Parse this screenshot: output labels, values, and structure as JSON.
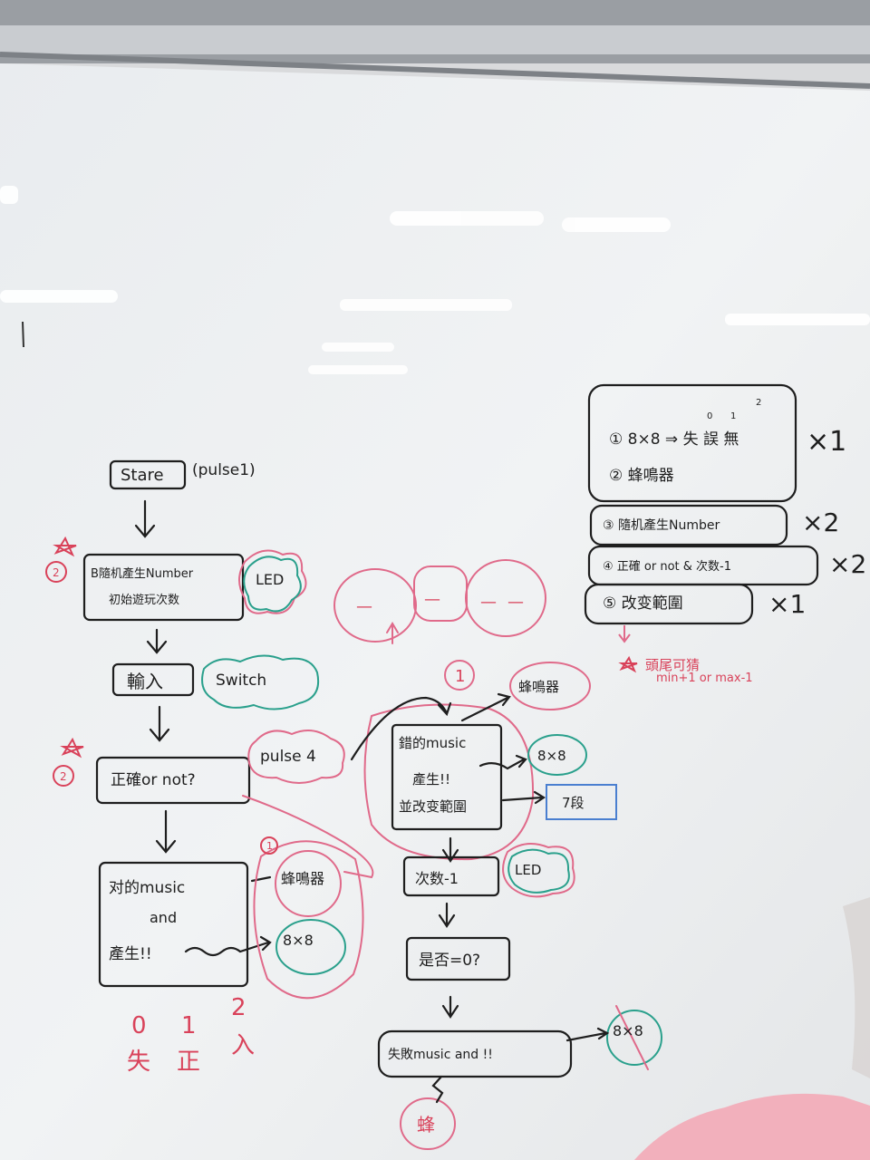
{
  "flow": {
    "start": "Stare",
    "start_note": "(pulse1)",
    "step1_line1": "B隨机產生Number",
    "step1_line2": "初始遊玩次数",
    "step1_cloud": "LED",
    "input": "輸入",
    "input_cloud": "Switch",
    "check": "正確or not?",
    "check_cloud": "pulse 4",
    "correct_line1": "对的music",
    "correct_line2": "and",
    "correct_line3": "產生!!",
    "correct_out1": "蜂鳴器",
    "correct_out2": "8×8",
    "digits": [
      "0",
      "1",
      "2"
    ],
    "digit_chars": [
      "失",
      "正",
      "入"
    ],
    "wrong_num": "1",
    "wrong_line1": "錯的music",
    "wrong_line2": "產生!!",
    "wrong_line3": "並改变範圍",
    "wrong_out1": "蜂鳴器",
    "wrong_out2": "8×8",
    "wrong_out3": "7段",
    "dec": "次数-1",
    "dec_cloud": "LED",
    "zero_check": "是否=0?",
    "fail": "失敗music and !!",
    "fail_out": "8×8",
    "fail_buzz": "蜂",
    "marker2a": "2",
    "marker2b": "2",
    "marker1": "1"
  },
  "digits_note": [
    "—",
    "—",
    "—",
    "—"
  ],
  "legend": {
    "header_nums": [
      "0",
      "1",
      "2"
    ],
    "item1": "① 8×8 ⇒ 失 誤 無",
    "item2": "② 蜂鳴器",
    "item3": "③ 隨机產生Number",
    "item4": "④ 正確 or not & 次数-1",
    "item5": "⑤ 改变範圍",
    "x1": "×1",
    "x2": "×2",
    "x3": "×2",
    "x4": "×1",
    "note1": "頭尾可猜",
    "note2": "min+1 or max-1"
  }
}
